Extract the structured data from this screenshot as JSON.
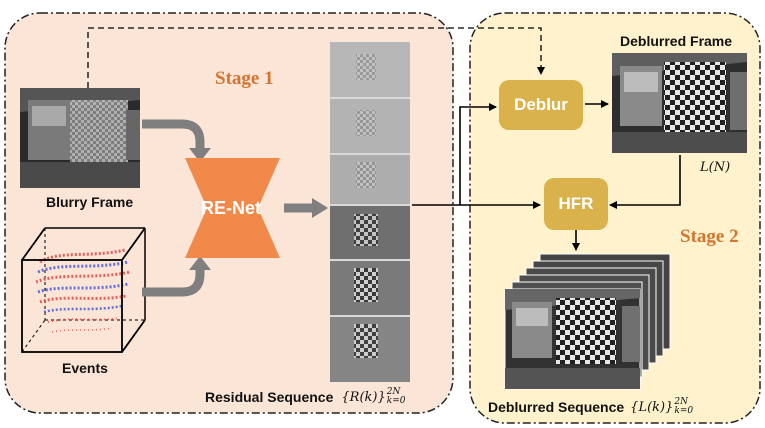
{
  "stage1": {
    "label": "Stage 1"
  },
  "stage2": {
    "label": "Stage 2"
  },
  "inputs": {
    "blurry_frame": "Blurry Frame",
    "events": "Events"
  },
  "network": {
    "renet": "RE-Net",
    "deblur": "Deblur",
    "hfr": "HFR"
  },
  "outputs": {
    "deblurred_frame": "Deblurred Frame",
    "ln": "L(N)",
    "residual_sequence": "Residual Sequence",
    "residual_math": {
      "open": "{",
      "body": "R(k)",
      "close": "}",
      "sup": "2N",
      "sub": "k=0"
    },
    "deblurred_sequence": "Deblurred Sequence",
    "deblurred_math": {
      "open": "{",
      "body": "L(k)",
      "close": "}",
      "sup": "2N",
      "sub": "k=0"
    }
  },
  "colors": {
    "stage1_bg": "#fbe5d6",
    "stage2_bg": "#fff2cc",
    "renet": "#f0894a",
    "gold": "#d9b24c",
    "arrow_gray": "#7f7f7f",
    "stage_text": "#d4742f"
  }
}
